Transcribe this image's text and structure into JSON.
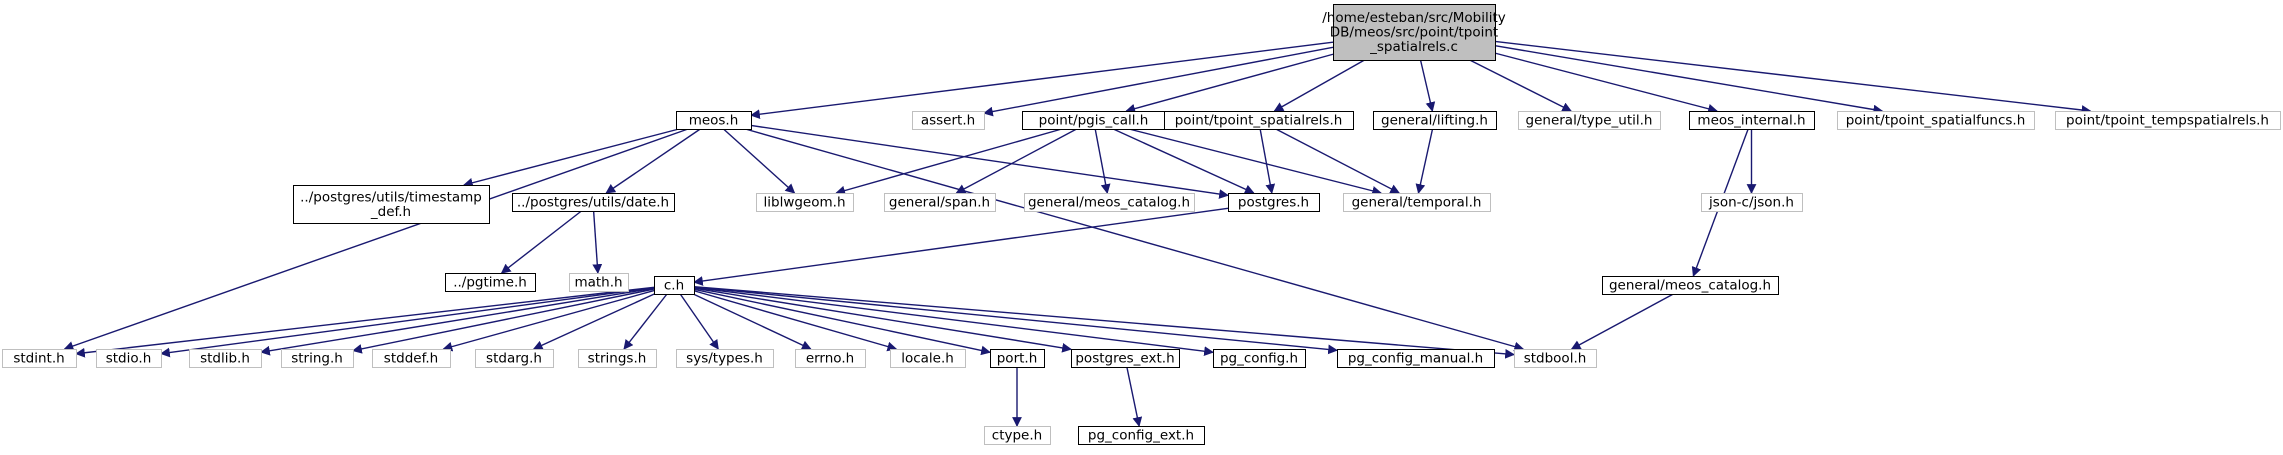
{
  "colors": {
    "edge": "#191970",
    "root_fill": "#bfbfbf",
    "root_border": "#000000",
    "doc_border": "#000000",
    "external_border": "#bfbfbf",
    "external_text": "#7f7f7f",
    "text": "#000000"
  },
  "nodes": [
    {
      "id": "root",
      "kind": "root",
      "lines": [
        "/home/esteban/src/Mobility",
        "DB/meos/src/point/tpoint",
        "_spatialrels.c"
      ]
    },
    {
      "id": "meos_h",
      "kind": "doc",
      "lines": [
        "meos.h"
      ]
    },
    {
      "id": "assert_h",
      "kind": "external",
      "lines": [
        "assert.h"
      ]
    },
    {
      "id": "pgis_call_h",
      "kind": "doc",
      "lines": [
        "point/pgis_call.h"
      ]
    },
    {
      "id": "tpoint_spatialrels_h",
      "kind": "doc",
      "lines": [
        "point/tpoint_spatialrels.h"
      ]
    },
    {
      "id": "lifting_h",
      "kind": "doc",
      "lines": [
        "general/lifting.h"
      ]
    },
    {
      "id": "type_util_h",
      "kind": "external",
      "lines": [
        "general/type_util.h"
      ]
    },
    {
      "id": "meos_internal_h",
      "kind": "doc",
      "lines": [
        "meos_internal.h"
      ]
    },
    {
      "id": "tpoint_spatialfuncs_h",
      "kind": "external",
      "lines": [
        "point/tpoint_spatialfuncs.h"
      ]
    },
    {
      "id": "tpoint_tempspatialrels_h",
      "kind": "external",
      "lines": [
        "point/tpoint_tempspatialrels.h"
      ]
    },
    {
      "id": "timestamp_def_h",
      "kind": "doc",
      "lines": [
        "../postgres/utils/timestamp",
        "_def.h"
      ]
    },
    {
      "id": "date_h",
      "kind": "doc",
      "lines": [
        "../postgres/utils/date.h"
      ]
    },
    {
      "id": "liblwgeom_h",
      "kind": "external",
      "lines": [
        "liblwgeom.h"
      ]
    },
    {
      "id": "span_h",
      "kind": "external",
      "lines": [
        "general/span.h"
      ]
    },
    {
      "id": "meos_catalog_h1",
      "kind": "external",
      "lines": [
        "general/meos_catalog.h"
      ]
    },
    {
      "id": "postgres_h",
      "kind": "doc",
      "lines": [
        "postgres.h"
      ]
    },
    {
      "id": "temporal_h",
      "kind": "external",
      "lines": [
        "general/temporal.h"
      ]
    },
    {
      "id": "json_h",
      "kind": "external",
      "lines": [
        "json-c/json.h"
      ]
    },
    {
      "id": "pgtime_h",
      "kind": "doc",
      "lines": [
        "../pgtime.h"
      ]
    },
    {
      "id": "math_h",
      "kind": "external",
      "lines": [
        "math.h"
      ]
    },
    {
      "id": "c_h",
      "kind": "doc",
      "lines": [
        "c.h"
      ]
    },
    {
      "id": "meos_catalog_h2",
      "kind": "doc",
      "lines": [
        "general/meos_catalog.h"
      ]
    },
    {
      "id": "stdint_h",
      "kind": "external",
      "lines": [
        "stdint.h"
      ]
    },
    {
      "id": "stdio_h",
      "kind": "external",
      "lines": [
        "stdio.h"
      ]
    },
    {
      "id": "stdlib_h",
      "kind": "external",
      "lines": [
        "stdlib.h"
      ]
    },
    {
      "id": "string_h",
      "kind": "external",
      "lines": [
        "string.h"
      ]
    },
    {
      "id": "stddef_h",
      "kind": "external",
      "lines": [
        "stddef.h"
      ]
    },
    {
      "id": "stdarg_h",
      "kind": "external",
      "lines": [
        "stdarg.h"
      ]
    },
    {
      "id": "strings_h",
      "kind": "external",
      "lines": [
        "strings.h"
      ]
    },
    {
      "id": "sys_types_h",
      "kind": "external",
      "lines": [
        "sys/types.h"
      ]
    },
    {
      "id": "errno_h",
      "kind": "external",
      "lines": [
        "errno.h"
      ]
    },
    {
      "id": "locale_h",
      "kind": "external",
      "lines": [
        "locale.h"
      ]
    },
    {
      "id": "port_h",
      "kind": "doc",
      "lines": [
        "port.h"
      ]
    },
    {
      "id": "postgres_ext_h",
      "kind": "doc",
      "lines": [
        "postgres_ext.h"
      ]
    },
    {
      "id": "pg_config_h",
      "kind": "doc",
      "lines": [
        "pg_config.h"
      ]
    },
    {
      "id": "pg_config_manual_h",
      "kind": "doc",
      "lines": [
        "pg_config_manual.h"
      ]
    },
    {
      "id": "stdbool_h",
      "kind": "external",
      "lines": [
        "stdbool.h"
      ]
    },
    {
      "id": "ctype_h",
      "kind": "external",
      "lines": [
        "ctype.h"
      ]
    },
    {
      "id": "pg_config_ext_h",
      "kind": "doc",
      "lines": [
        "pg_config_ext.h"
      ]
    }
  ],
  "edges": [
    [
      "root",
      "meos_h"
    ],
    [
      "root",
      "assert_h"
    ],
    [
      "root",
      "pgis_call_h"
    ],
    [
      "root",
      "tpoint_spatialrels_h"
    ],
    [
      "root",
      "lifting_h"
    ],
    [
      "root",
      "type_util_h"
    ],
    [
      "root",
      "meos_internal_h"
    ],
    [
      "root",
      "tpoint_spatialfuncs_h"
    ],
    [
      "root",
      "tpoint_tempspatialrels_h"
    ],
    [
      "meos_h",
      "stdint_h"
    ],
    [
      "meos_h",
      "timestamp_def_h"
    ],
    [
      "meos_h",
      "date_h"
    ],
    [
      "meos_h",
      "liblwgeom_h"
    ],
    [
      "meos_h",
      "postgres_h"
    ],
    [
      "meos_h",
      "stdbool_h"
    ],
    [
      "pgis_call_h",
      "liblwgeom_h"
    ],
    [
      "pgis_call_h",
      "span_h"
    ],
    [
      "pgis_call_h",
      "meos_catalog_h1"
    ],
    [
      "pgis_call_h",
      "postgres_h"
    ],
    [
      "pgis_call_h",
      "temporal_h"
    ],
    [
      "tpoint_spatialrels_h",
      "postgres_h"
    ],
    [
      "tpoint_spatialrels_h",
      "temporal_h"
    ],
    [
      "lifting_h",
      "temporal_h"
    ],
    [
      "meos_internal_h",
      "json_h"
    ],
    [
      "meos_internal_h",
      "meos_catalog_h2"
    ],
    [
      "date_h",
      "pgtime_h"
    ],
    [
      "date_h",
      "math_h"
    ],
    [
      "postgres_h",
      "c_h"
    ],
    [
      "meos_catalog_h2",
      "stdbool_h"
    ],
    [
      "c_h",
      "stdint_h"
    ],
    [
      "c_h",
      "stdio_h"
    ],
    [
      "c_h",
      "stdlib_h"
    ],
    [
      "c_h",
      "string_h"
    ],
    [
      "c_h",
      "stddef_h"
    ],
    [
      "c_h",
      "stdarg_h"
    ],
    [
      "c_h",
      "strings_h"
    ],
    [
      "c_h",
      "sys_types_h"
    ],
    [
      "c_h",
      "errno_h"
    ],
    [
      "c_h",
      "locale_h"
    ],
    [
      "c_h",
      "port_h"
    ],
    [
      "c_h",
      "postgres_ext_h"
    ],
    [
      "c_h",
      "pg_config_h"
    ],
    [
      "c_h",
      "pg_config_manual_h"
    ],
    [
      "c_h",
      "stdbool_h"
    ],
    [
      "port_h",
      "ctype_h"
    ],
    [
      "postgres_ext_h",
      "pg_config_ext_h"
    ]
  ]
}
